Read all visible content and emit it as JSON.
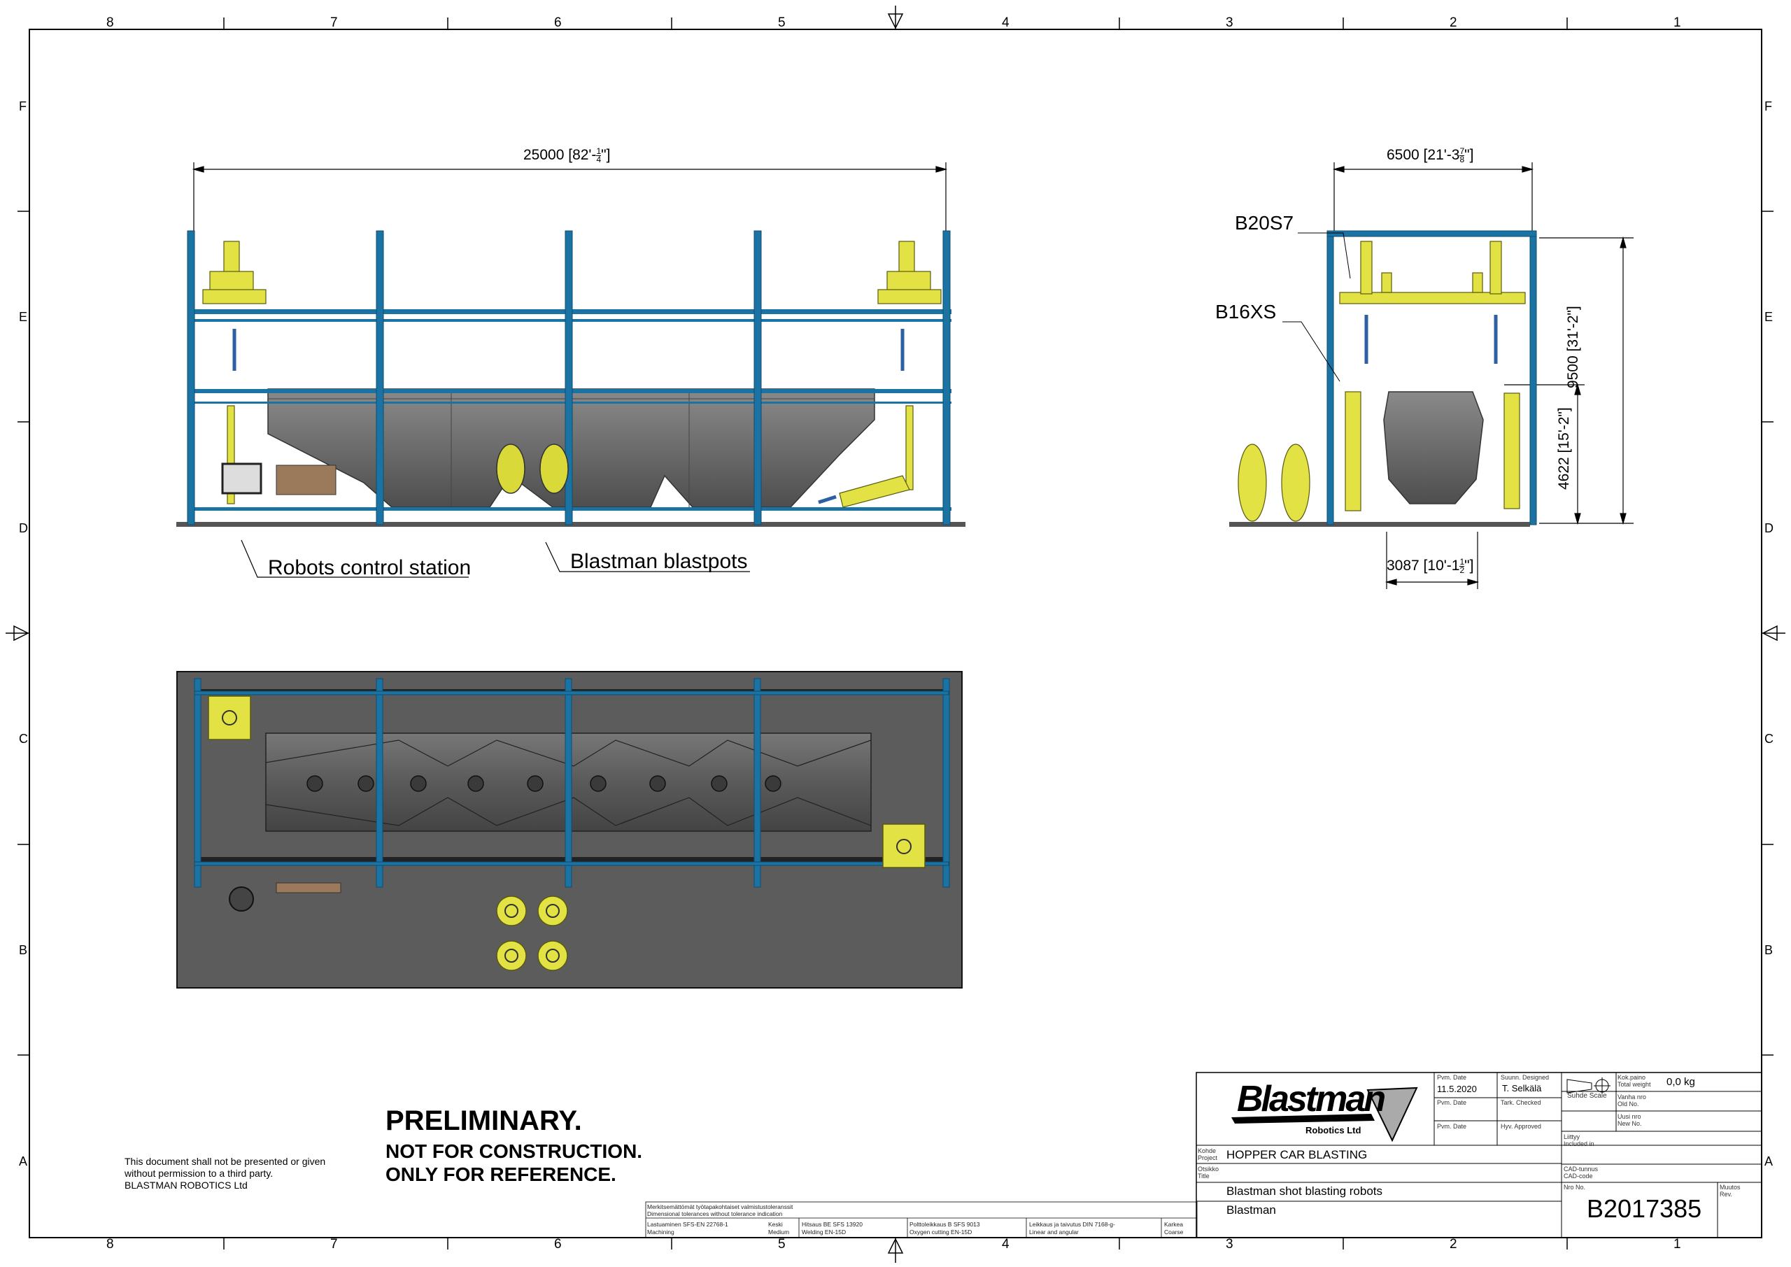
{
  "zones": {
    "columns": [
      "8",
      "7",
      "6",
      "5",
      "4",
      "3",
      "2",
      "1"
    ],
    "rows": [
      "F",
      "E",
      "D",
      "C",
      "B",
      "A"
    ]
  },
  "side_view": {
    "overall_length": "25000 [82'-",
    "overall_length_frac_num": "1",
    "overall_length_frac_den": "4",
    "overall_length_end": "\"]",
    "callouts": {
      "control_station": "Robots control station",
      "blastpots": "Blastman blastpots"
    }
  },
  "end_view": {
    "width": "6500 [21'-3",
    "width_frac_num": "7",
    "width_frac_den": "8",
    "width_end": "\"]",
    "height_total": "9500 [31'-2\"]",
    "height_car": "4622 [15'-2\"]",
    "car_width": "3087 [10'-1",
    "car_width_frac_num": "1",
    "car_width_frac_den": "2",
    "car_width_end": "\"]",
    "robot_top": "B20S7",
    "robot_side": "B16XS"
  },
  "notice": {
    "line1": "PRELIMINARY.",
    "line2": "NOT FOR CONSTRUCTION.",
    "line3": "ONLY FOR REFERENCE."
  },
  "disclaimer": {
    "line1": "This document shall not be presented or given",
    "line2": "without permission to a third party.",
    "line3": "BLASTMAN ROBOTICS Ltd"
  },
  "title_block": {
    "logo": "Blastman",
    "logo_sub": "Robotics Ltd",
    "date_label": "Pvm. Date",
    "date": "11.5.2020",
    "designed_label": "Suunn. Designed",
    "designer": "T. Selkälä",
    "date2_label": "Pvm. Date",
    "checked_label": "Tark. Checked",
    "date3_label": "Pvm. Date",
    "approved_label": "Hyv. Approved",
    "scale_label": "Suhde Scale",
    "weight_label_fi": "Kok.paino",
    "weight_label_en": "Total weight",
    "weight": "0,0 kg",
    "old_no_fi": "Vanha nro",
    "old_no_en": "Old No.",
    "new_no_fi": "Uusi nro",
    "new_no_en": "New No.",
    "included_fi": "Liittyy",
    "included_en": "Included in",
    "project_label_fi": "Kohde",
    "project_label_en": "Project",
    "project": "HOPPER CAR BLASTING",
    "title_label_fi": "Otsikko",
    "title_label_en": "Title",
    "title1": "Blastman shot blasting robots",
    "title2": "Blastman",
    "cad_fi": "CAD-tunnus",
    "cad_en": "CAD-code",
    "no_fi": "Nro No.",
    "drawing_no": "B2017385",
    "rev_fi": "Muutos",
    "rev_en": "Rev."
  },
  "standards": {
    "l1": "Merkitsemättömät työtapakohtaiset valmistustoleranssit",
    "l2": "Dimensional tolerances without tolerance indication",
    "machining_fi": "Lastuaminen SFS-EN 22768-1",
    "machining_en": "Machining",
    "medium_fi": "Keski",
    "medium_en": "Medium",
    "welding_fi": "Hitsaus BE SFS 13920",
    "welding_en": "Welding EN-15D",
    "oxygen_fi": "Polttoleikkaus  B SFS 9013",
    "oxygen_en": "Oxygen cutting   EN-15D",
    "linear_fi": "Leikkaus ja taivutus DIN 7168-g-",
    "linear_en": "Linear and angular",
    "coarse_fi": "Karkea",
    "coarse_en": "Coarse"
  },
  "colors": {
    "frame_blue": "#1a73a3",
    "robot_yellow": "#e2e244",
    "hopper_grey": "#6e6e6e",
    "floor_grey": "#5c5c5c"
  }
}
